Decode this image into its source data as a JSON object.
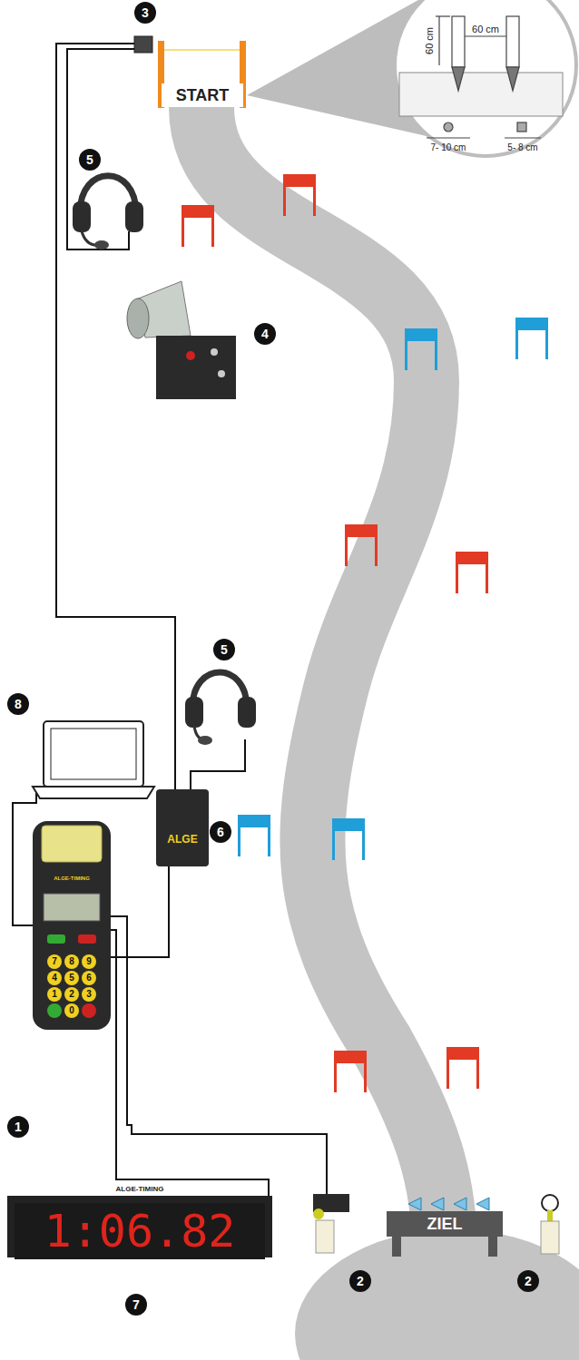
{
  "diagram": {
    "nodes": [
      {
        "text": [
          "START"
        ]
      },
      {
        "text": [
          "ZIEL"
        ]
      },
      {
        "text": [
          "1:06.82"
        ]
      }
    ],
    "labels": [
      "3",
      "5",
      "4",
      "8",
      "5",
      "6",
      "1",
      "2",
      "2",
      "7",
      "60 cm",
      "60 cm",
      "7- 10 cm",
      "5- 8 cm",
      "ALGE",
      "ALGE-TIMING",
      "ALGE-TIMING",
      "7",
      "8",
      "9",
      "4",
      "5",
      "6",
      "1",
      "2",
      "3",
      "0"
    ]
  }
}
